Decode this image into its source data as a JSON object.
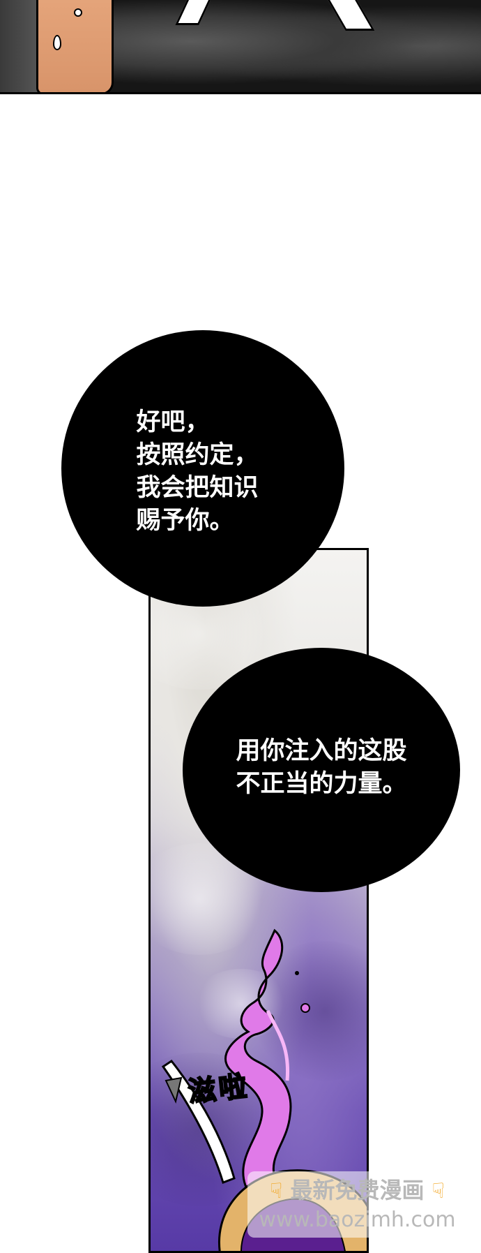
{
  "panel_top": {
    "description_icon": "sweat-drop-icon"
  },
  "bubble1": {
    "text": "好吧，\n按照约定，\n我会把知识\n赐予你。"
  },
  "bubble2": {
    "text": "用你注入的这股\n不正当的力量。"
  },
  "sfx": {
    "char1": "滋",
    "char2": "啦"
  },
  "watermark": {
    "line1": "最新免费漫画",
    "line2": "www.baozimh.com",
    "icon_left": "pointing-down-hand-icon",
    "icon_right": "pointing-down-hand-icon"
  },
  "colors": {
    "bubble": "#000000",
    "bubble_text": "#ffffff",
    "magic": "#e07ae8",
    "smoke_purple": "#6a4fb3"
  }
}
